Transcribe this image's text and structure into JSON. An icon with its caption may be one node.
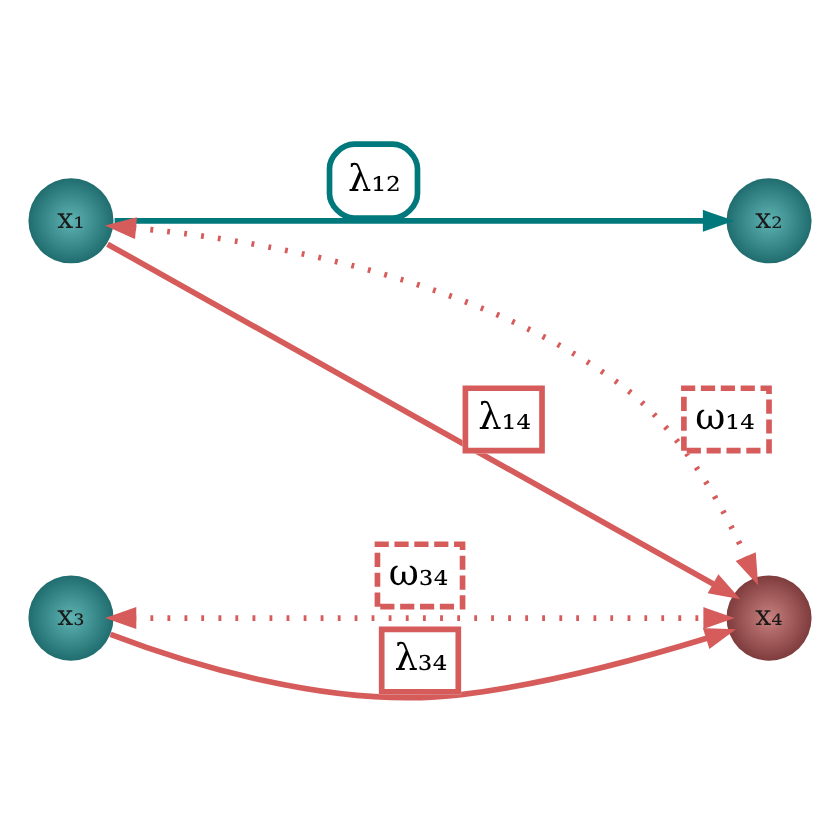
{
  "diagram": {
    "nodes": [
      {
        "text": [
          "x₁"
        ]
      },
      {
        "text": [
          "x₂"
        ]
      },
      {
        "text": [
          "x₃"
        ]
      },
      {
        "text": [
          "x₄"
        ]
      }
    ],
    "edges": [
      {
        "from": 0,
        "to": 1,
        "arrow": "to",
        "label": "λ₁₂",
        "color": "#00787c"
      },
      {
        "from": 0,
        "to": 3,
        "arrow": "to",
        "label": "λ₁₄"
      },
      {
        "from": 0,
        "to": 3,
        "arrow": "both",
        "label": "ω₁₄",
        "style": "dashed"
      },
      {
        "from": 2,
        "to": 3,
        "arrow": "both",
        "label": "ω₃₄",
        "style": "dashed"
      },
      {
        "from": 2,
        "to": 3,
        "arrow": "to",
        "label": "λ₃₄"
      }
    ]
  }
}
